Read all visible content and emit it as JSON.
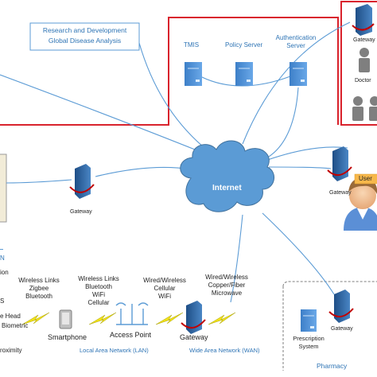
{
  "rd_box": {
    "line1": "Research and Development",
    "line2": "Global Disease Analysis"
  },
  "servers": {
    "tmis": "TMIS",
    "policy": "Policy Server",
    "auth_line1": "Authentication",
    "auth_line2": "Server"
  },
  "right_panel": {
    "gateway": "Gateway",
    "doctor": "Doctor"
  },
  "internet": "Internet",
  "gateway_left": "Gateway",
  "gateway_right": "Gateway",
  "user_tag": "User",
  "left_labels": {
    "wireless_links": [
      "Wireless Links",
      "Zigbee",
      "Bluetooth"
    ],
    "partial_1": "ion",
    "partial_2": "S",
    "head": "e Head",
    "biometric": "Biometric",
    "proximity": "roximity",
    "partial_n": "N"
  },
  "lan": {
    "wifi_links": [
      "Wireless Links",
      "Bluetooth",
      "WiFi",
      "Cellular"
    ],
    "wired_wireless_1": [
      "Wired/Wireless",
      "Cellular",
      "WiFi"
    ],
    "wired_wireless_2": [
      "Wired/Wireless",
      "Copper/Fiber",
      "Microwave"
    ],
    "smartphone": "Smartphone",
    "access_point": "Access Point",
    "gateway": "Gateway",
    "lan_label": "Local Area Network (LAN)",
    "wan_label": "Wide Area Network (WAN)"
  },
  "pharmacy": {
    "prescription_line1": "Prescription",
    "prescription_line2": "System",
    "gateway": "Gateway",
    "label": "Pharmacy"
  },
  "colors": {
    "red_box": "#d9232d",
    "blue_line": "#5b9bd5",
    "cloud": "#5b9bd5",
    "server": "#4a90d9",
    "bolt": "#f2e21b"
  }
}
